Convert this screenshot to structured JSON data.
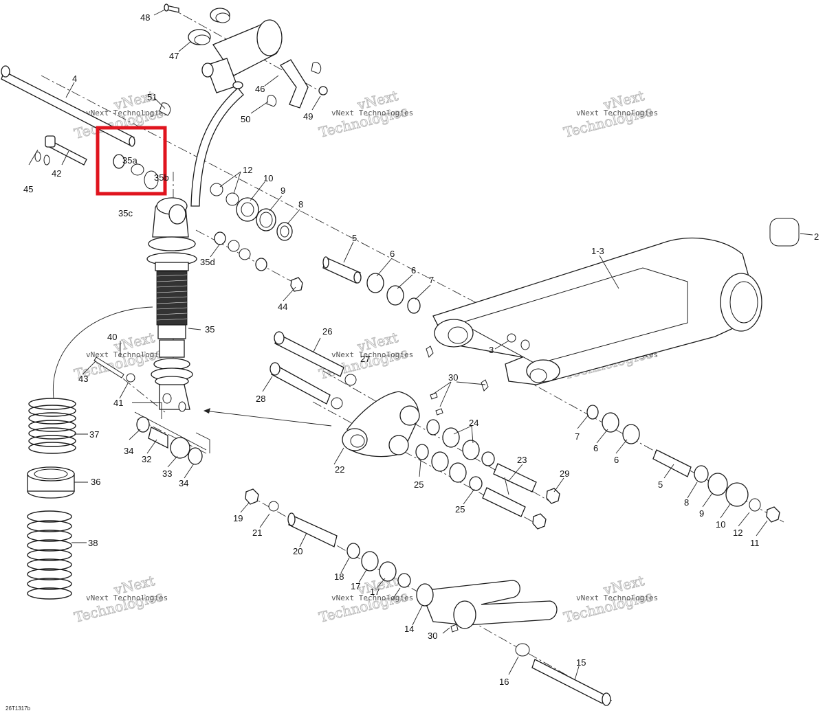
{
  "diagram": {
    "drawing_code": "26T1317b",
    "highlight_color": "#e0141e",
    "watermark": {
      "line1": "vNext Technologies",
      "big1": "vNext",
      "big2": "Technologies"
    },
    "labels": {
      "p48": "48",
      "p47": "47",
      "p46": "46",
      "p49": "49",
      "p50": "50",
      "p51": "51",
      "p4": "4",
      "p42": "42",
      "p45": "45",
      "p35a": "35a",
      "p35b": "35b",
      "p35c": "35c",
      "p35d": "35d",
      "p12": "12",
      "p10": "10",
      "p9": "9",
      "p8": "8",
      "p44": "44",
      "p35": "35",
      "p5": "5",
      "p6a": "6",
      "p6b": "6",
      "p7": "7",
      "p13": "1-3",
      "p2": "2",
      "p3": "3",
      "p40": "40",
      "p43": "43",
      "p41": "41",
      "p37": "37",
      "p36": "36",
      "p38": "38",
      "p26": "26",
      "p27": "27",
      "p28": "28",
      "p30a": "30",
      "p22": "22",
      "p24": "24",
      "p25a": "25",
      "p25b": "25",
      "p23": "23",
      "p29": "29",
      "p34a": "34",
      "p32": "32",
      "p33": "33",
      "p34b": "34",
      "p7b": "7",
      "p6c": "6",
      "p6d": "6",
      "p5b": "5",
      "p8b": "8",
      "p9b": "9",
      "p10b": "10",
      "p12b": "12",
      "p11": "11",
      "p19": "19",
      "p21": "21",
      "p20": "20",
      "p18": "18",
      "p17a": "17",
      "p17b": "17",
      "p14": "14",
      "p30b": "30",
      "p16": "16",
      "p15": "15"
    }
  }
}
